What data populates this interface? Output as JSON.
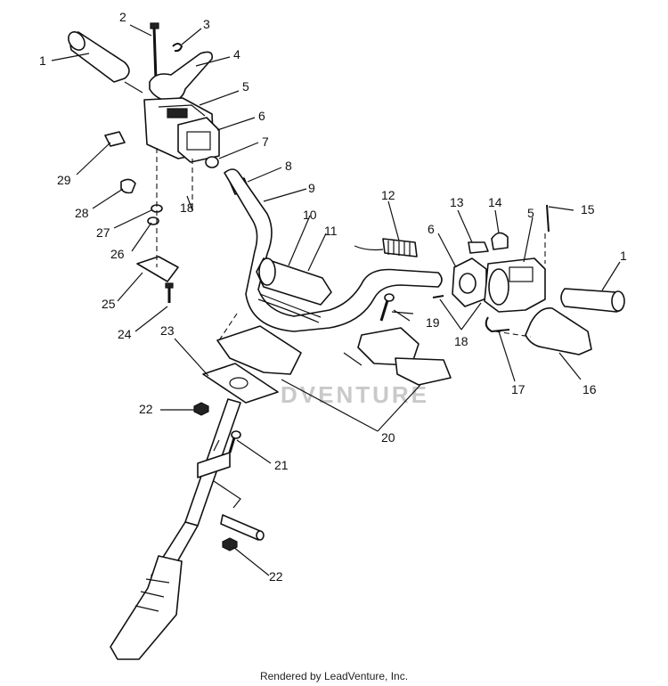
{
  "watermark": "DVENTURE",
  "footer": "Rendered by LeadVenture, Inc.",
  "callouts": {
    "c1a": "1",
    "c2": "2",
    "c3": "3",
    "c4": "4",
    "c5a": "5",
    "c6a": "6",
    "c7": "7",
    "c8": "8",
    "c9": "9",
    "c10": "10",
    "c11": "11",
    "c12": "12",
    "c13": "13",
    "c14": "14",
    "c5b": "5",
    "c15": "15",
    "c1b": "1",
    "c6b": "6",
    "c19": "19",
    "c18a": "18",
    "c18b": "18",
    "c17": "17",
    "c16": "16",
    "c29": "29",
    "c28": "28",
    "c27": "27",
    "c26": "26",
    "c25": "25",
    "c24": "24",
    "c23": "23",
    "c22a": "22",
    "c20": "20",
    "c21": "21",
    "c22b": "22"
  }
}
